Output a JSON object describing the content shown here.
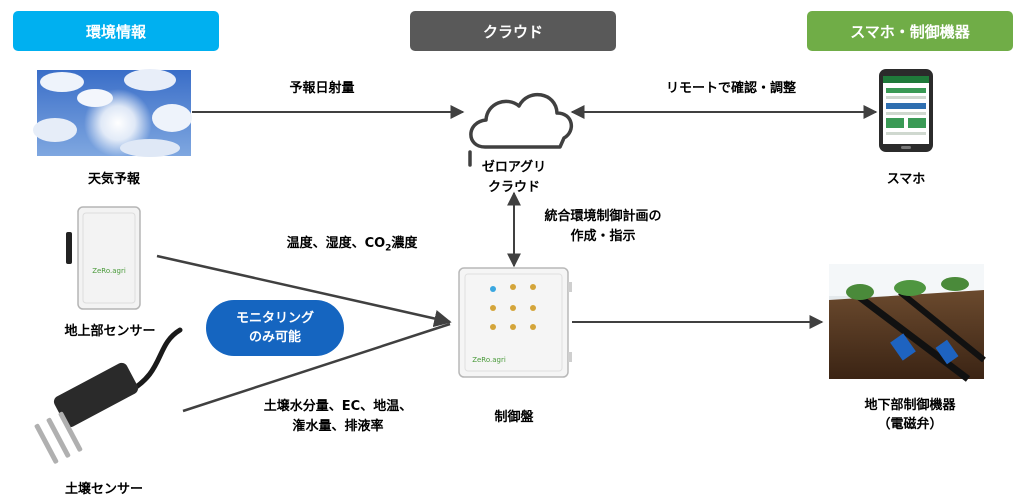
{
  "headers": {
    "environment": "環境情報",
    "cloud": "クラウド",
    "smartphone": "スマホ・制御機器"
  },
  "colors": {
    "environment": "#00b0f0",
    "cloud": "#595959",
    "smartphone": "#70ad47",
    "pill": "#1565c0",
    "arrow": "#404040"
  },
  "nodes": {
    "weather": "天気予報",
    "cloud_line1": "ゼロアグリ",
    "cloud_line2": "クラウド",
    "smartphone": "スマホ",
    "ground_sensor": "地上部センサー",
    "soil_sensor": "土壌センサー",
    "control_panel": "制御盤",
    "underground_line1": "地下部制御機器",
    "underground_line2": "（電磁弁）"
  },
  "edges": {
    "forecast": "予報日射量",
    "remote": "リモートで確認・調整",
    "plan_line1": "統合環境制御計画の",
    "plan_line2": "作成・指示",
    "air_prefix": "温度、湿度、CO",
    "air_sub": "2",
    "air_suffix": "濃度",
    "soil_line1": "土壌水分量、EC、地温、",
    "soil_line2": "潅水量、排液率"
  },
  "note": {
    "line1": "モニタリング",
    "line2": "のみ可能"
  },
  "device_logo": "ZeRo.agri"
}
